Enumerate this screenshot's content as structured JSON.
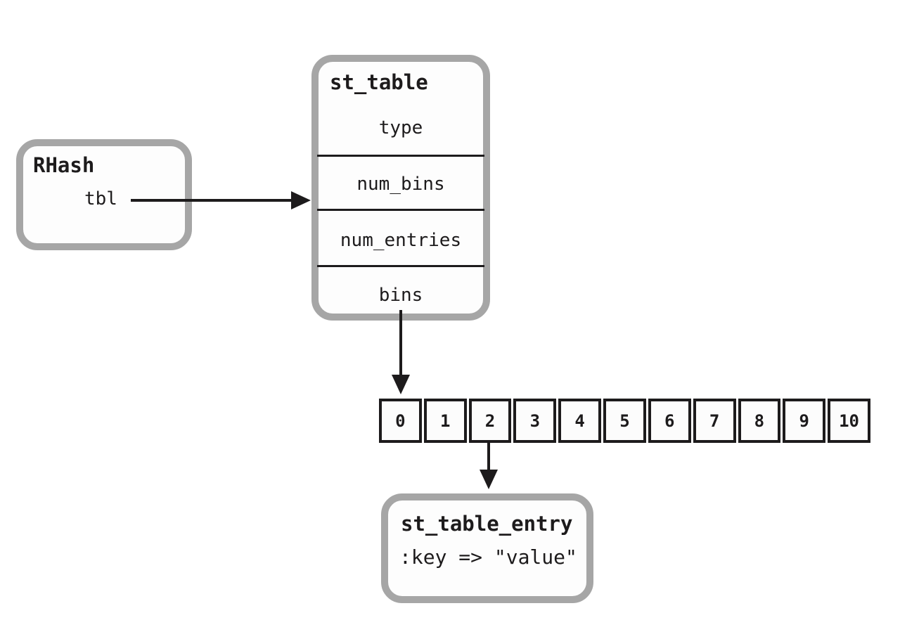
{
  "rhash": {
    "title": "RHash",
    "field_tbl": "tbl"
  },
  "st_table": {
    "title": "st_table",
    "fields": [
      "type",
      "num_bins",
      "num_entries",
      "bins"
    ]
  },
  "bins_array": {
    "cells": [
      "0",
      "1",
      "2",
      "3",
      "4",
      "5",
      "6",
      "7",
      "8",
      "9",
      "10"
    ]
  },
  "st_table_entry": {
    "title": "st_table_entry",
    "entry": ":key => \"value\""
  },
  "colors": {
    "border_gray": "#a6a6a6",
    "ink_black": "#1d1b1c",
    "box_fill": "#fdfdfd"
  }
}
